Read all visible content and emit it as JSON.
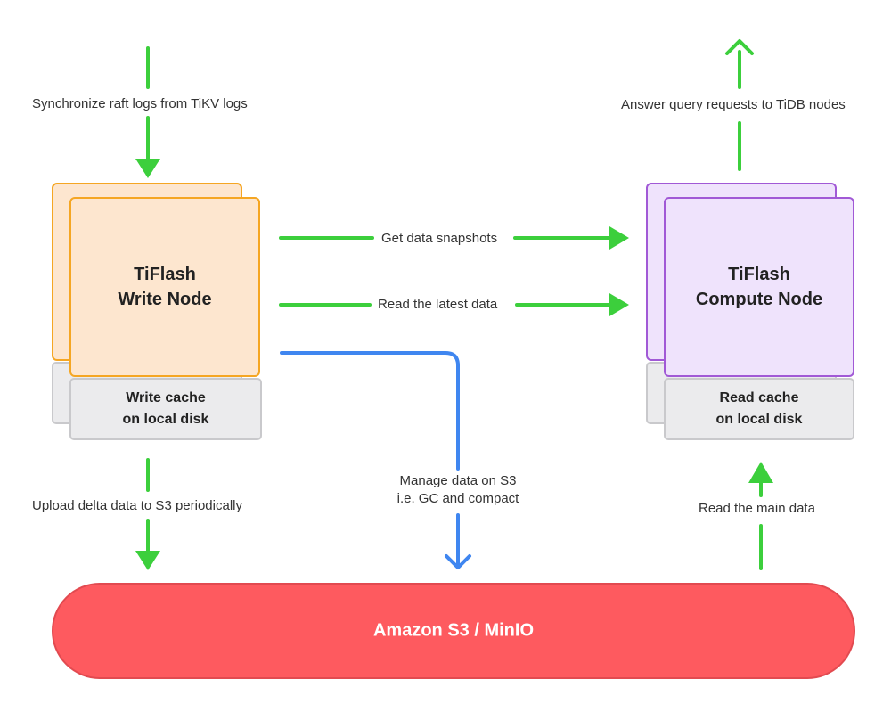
{
  "labels": {
    "sync_raft": "Synchronize raft logs from TiKV logs",
    "answer_query": "Answer query requests to TiDB nodes",
    "get_snapshots": "Get data snapshots",
    "read_latest": "Read the latest data",
    "manage_s3_line1": "Manage data on S3",
    "manage_s3_line2": "i.e. GC and compact",
    "upload_delta": "Upload delta data to S3 periodically",
    "read_main": "Read the main data"
  },
  "write_node": {
    "title_line1": "TiFlash",
    "title_line2": "Write Node",
    "cache_line1": "Write cache",
    "cache_line2": "on local disk"
  },
  "compute_node": {
    "title_line1": "TiFlash",
    "title_line2": "Compute Node",
    "cache_line1": "Read cache",
    "cache_line2": "on local disk"
  },
  "storage": {
    "label": "Amazon S3 / MinIO"
  },
  "colors": {
    "arrow_green": "#3ccf3c",
    "arrow_blue": "#3f86f0",
    "write_fill": "#fde6cf",
    "write_border": "#f5a623",
    "compute_fill": "#efe3fc",
    "compute_border": "#a159d6",
    "cache_fill": "#ebebed",
    "storage_fill": "#fe5a5f"
  }
}
